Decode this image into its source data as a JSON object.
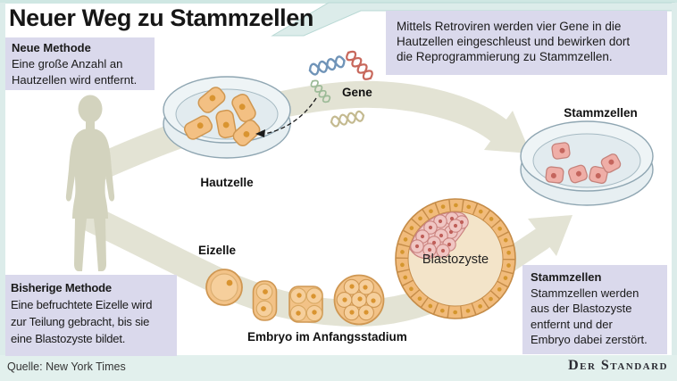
{
  "title": "Neuer Weg zu Stammzellen",
  "boxes": {
    "new_method": {
      "heading": "Neue Methode",
      "lines": [
        "Eine große Anzahl an",
        "Hautzellen wird entfernt."
      ]
    },
    "retrovirus_note": {
      "lines": [
        "Mittels Retroviren werden vier Gene in die",
        "Hautzellen eingeschleust und bewirken dort",
        "die Reprogrammierung zu Stammzellen."
      ]
    },
    "old_method": {
      "heading": "Bisherige Methode",
      "lines": [
        "Eine befruchtete Eizelle wird",
        "zur Teilung gebracht, bis sie",
        "eine Blastozyste bildet."
      ]
    },
    "stem_result": {
      "heading": "Stammzellen",
      "lines": [
        "Stammzellen werden",
        "aus der Blastozyste",
        "entfernt und der",
        "Embryo dabei zerstört."
      ]
    }
  },
  "labels": {
    "genes": "Gene",
    "skin_cell": "Hautzelle",
    "stem_cells": "Stammzellen",
    "egg_cell": "Eizelle",
    "early_embryo": "Embryo im Anfangsstadium",
    "blastocyst": "Blastozyste"
  },
  "footer": {
    "source": "Quelle: New York Times",
    "brand": "Der Standard"
  },
  "colors": {
    "frame_cyan": "#dcecea",
    "footer_strip": "#e2f0ed",
    "note_box_lavender": "#dad9ec",
    "flow_arrow_beige": "#e3e3d4",
    "silhouette_olive": "#d3d3be",
    "skin_cell_fill": "#f3c083",
    "skin_cell_stroke": "#cf9752",
    "cell_nucleus_orange": "#d99430",
    "stem_cell_fill": "#efaea7",
    "stem_cell_nucleus": "#c4655d",
    "dish_fill": "#eaf1f4",
    "dish_stroke": "#8fa6b2",
    "blastocyst_interior": "#f3e4c9",
    "blastocyst_ring_fill": "#f1bb7b",
    "icm_pink": "#f0c6c3",
    "dna_blue": "#7094b8",
    "dna_red": "#c8685c",
    "dna_green": "#9cba97",
    "dna_tan": "#c4ba90"
  }
}
